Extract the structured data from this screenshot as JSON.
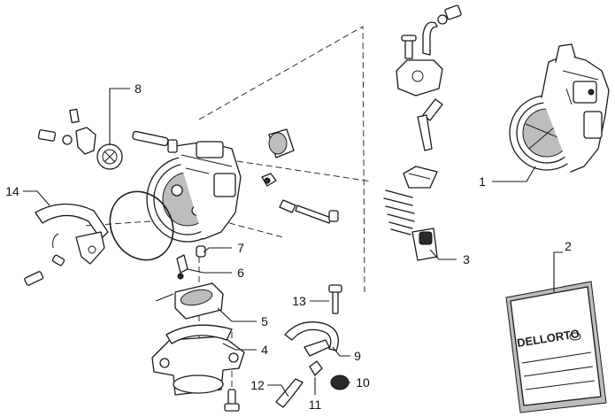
{
  "callouts": [
    {
      "label": "1"
    },
    {
      "label": "2"
    },
    {
      "label": "3"
    },
    {
      "label": "4"
    },
    {
      "label": "5"
    },
    {
      "label": "6"
    },
    {
      "label": "7"
    },
    {
      "label": "8"
    },
    {
      "label": "9"
    },
    {
      "label": "10"
    },
    {
      "label": "11"
    },
    {
      "label": "12"
    },
    {
      "label": "13"
    },
    {
      "label": "14"
    }
  ],
  "bag_brand": "DELLORTO"
}
